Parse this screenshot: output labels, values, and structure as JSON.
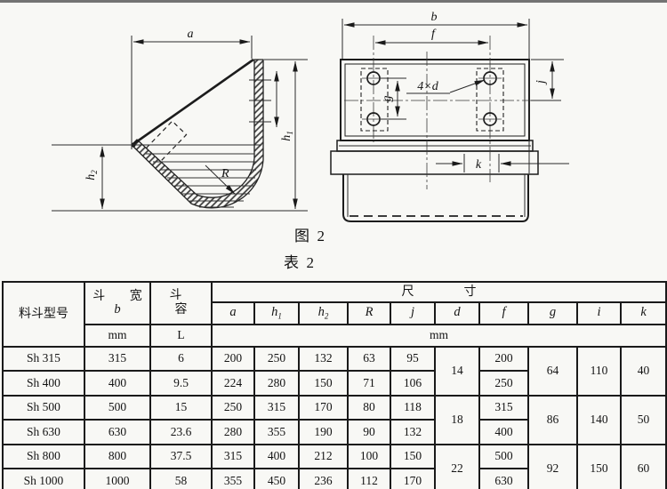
{
  "page": {
    "figure_caption": "图  2",
    "table_caption": "表  2"
  },
  "left_figure": {
    "labels": {
      "a": "a",
      "h1_base": "h",
      "h1_sub": "1",
      "h2_base": "h",
      "h2_sub": "2",
      "r": "R"
    }
  },
  "right_figure": {
    "labels": {
      "b": "b",
      "f": "f",
      "j": "j",
      "g": "g",
      "k": "k",
      "holes": "4×d"
    }
  },
  "table": {
    "headers": {
      "model": "料斗型号",
      "width_title": "斗 宽",
      "width_sym": "b",
      "capacity": "斗 容",
      "dims": "尺寸",
      "unit_width": "mm",
      "unit_capacity": "L",
      "unit_dims": "mm",
      "cols": [
        {
          "l": "a",
          "s": ""
        },
        {
          "l": "h",
          "s": "1"
        },
        {
          "l": "h",
          "s": "2"
        },
        {
          "l": "R",
          "s": ""
        },
        {
          "l": "j",
          "s": ""
        },
        {
          "l": "d",
          "s": ""
        },
        {
          "l": "f",
          "s": ""
        },
        {
          "l": "g",
          "s": ""
        },
        {
          "l": "i",
          "s": ""
        },
        {
          "l": "k",
          "s": ""
        }
      ]
    },
    "rows": [
      {
        "model": "Sh 315",
        "b": "315",
        "cap": "6",
        "a": "200",
        "h1": "250",
        "h2": "132",
        "r": "63",
        "j": "95",
        "f": "200"
      },
      {
        "model": "Sh 400",
        "b": "400",
        "cap": "9.5",
        "a": "224",
        "h1": "280",
        "h2": "150",
        "r": "71",
        "j": "106",
        "f": "250"
      },
      {
        "model": "Sh 500",
        "b": "500",
        "cap": "15",
        "a": "250",
        "h1": "315",
        "h2": "170",
        "r": "80",
        "j": "118",
        "f": "315"
      },
      {
        "model": "Sh 630",
        "b": "630",
        "cap": "23.6",
        "a": "280",
        "h1": "355",
        "h2": "190",
        "r": "90",
        "j": "132",
        "f": "400"
      },
      {
        "model": "Sh 800",
        "b": "800",
        "cap": "37.5",
        "a": "315",
        "h1": "400",
        "h2": "212",
        "r": "100",
        "j": "150",
        "f": "500"
      },
      {
        "model": "Sh 1000",
        "b": "1000",
        "cap": "58",
        "a": "355",
        "h1": "450",
        "h2": "236",
        "r": "112",
        "j": "170",
        "f": "630"
      }
    ],
    "merged": {
      "d": [
        "14",
        "18",
        "22"
      ],
      "g": [
        "64",
        "86",
        "92"
      ],
      "i": [
        "110",
        "140",
        "150"
      ],
      "k": [
        "40",
        "50",
        "60"
      ]
    }
  }
}
